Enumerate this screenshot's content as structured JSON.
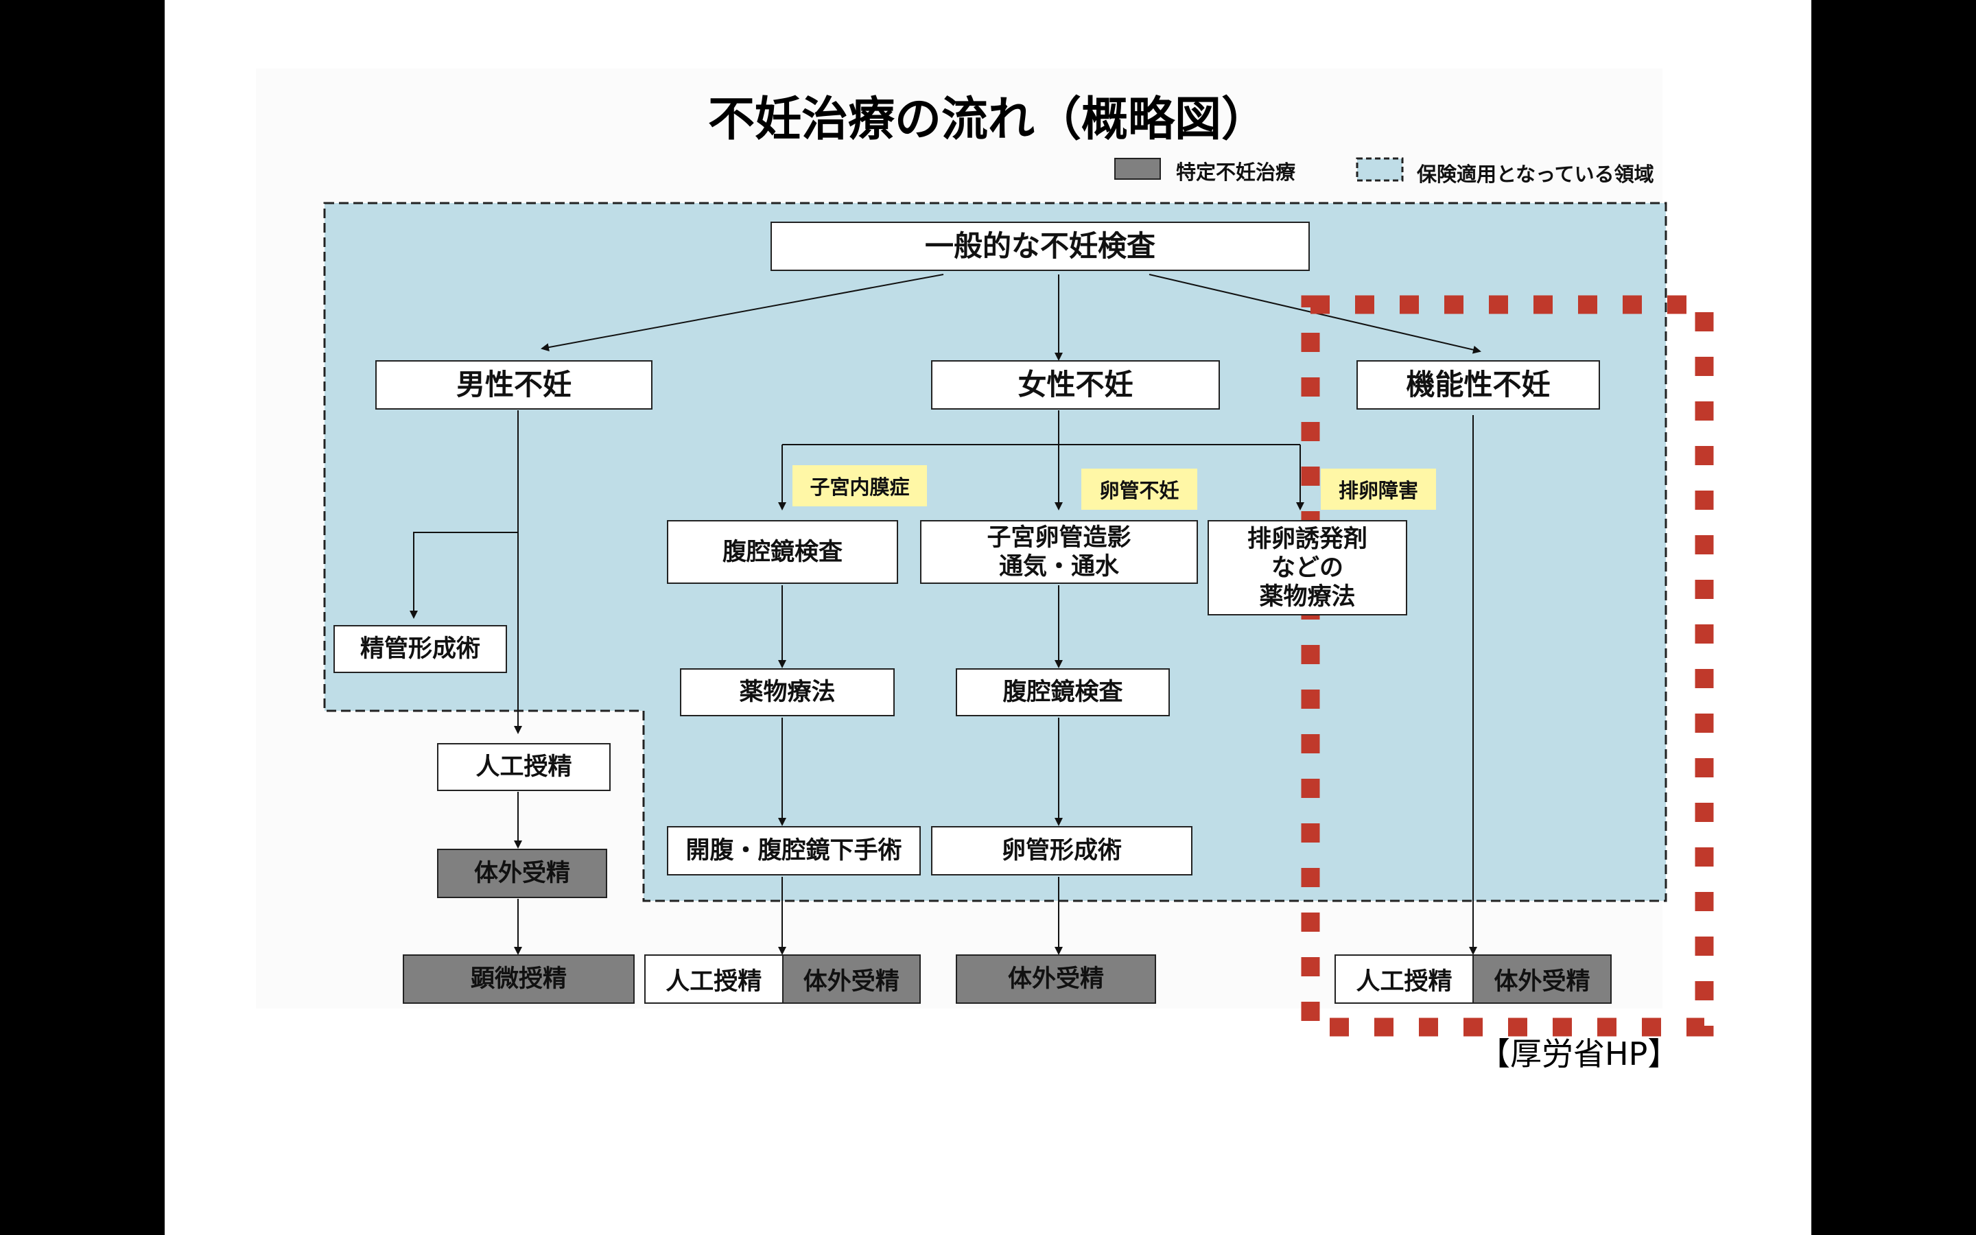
{
  "title": "不妊治療の流れ（概略図）",
  "legend": {
    "specific_treatment": "特定不妊治療",
    "insurance_area": "保険適用となっている領域"
  },
  "nodes": {
    "general_exam": "一般的な不妊検査",
    "male": "男性不妊",
    "female": "女性不妊",
    "functional": "機能性不妊",
    "tag_endometriosis": "子宮内膜症",
    "tag_tubal": "卵管不妊",
    "tag_ovulation": "排卵障害",
    "laparoscopy_exam_1": "腹腔鏡検査",
    "hsg_line1": "子宮卵管造影",
    "hsg_line2": "通気・通水",
    "ovulation_line1": "排卵誘発剤",
    "ovulation_line2": "などの",
    "ovulation_line3": "薬物療法",
    "vasoplasty": "精管形成術",
    "drug_therapy": "薬物療法",
    "laparoscopy_exam_2": "腹腔鏡検査",
    "ai_male": "人工授精",
    "ivf_male": "体外受精",
    "laparotomy": "開腹・腹腔鏡下手術",
    "tuboplasty": "卵管形成術",
    "icsi": "顕微授精",
    "ai_bottom": "人工授精",
    "ivf_bottom": "体外受精",
    "ivf_tubal": "体外受精",
    "ai_functional": "人工授精",
    "ivf_functional": "体外受精"
  },
  "source": "【厚労省HP】",
  "colors": {
    "insurance_fill": "#bfdde7",
    "specific_fill": "#808080",
    "tag_fill": "#fff7a6",
    "highlight": "#c0392b"
  }
}
